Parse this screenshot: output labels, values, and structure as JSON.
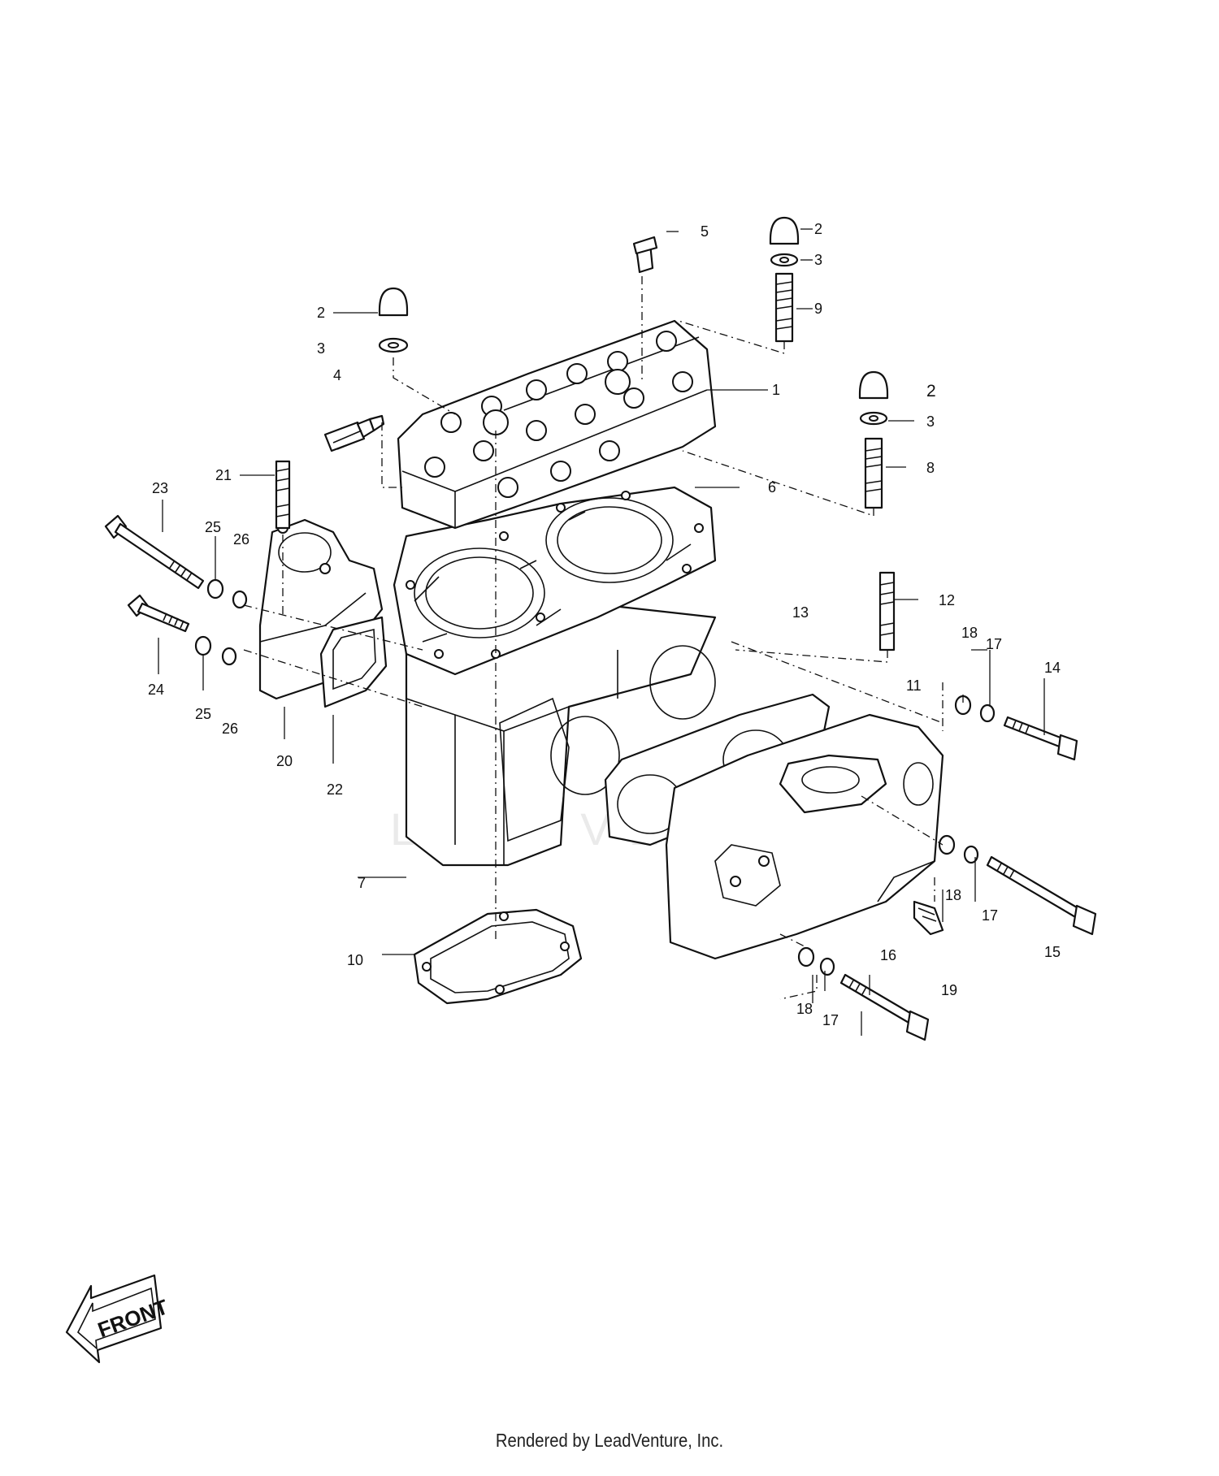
{
  "diagram": {
    "watermark": "LEADVENTURE",
    "front_label": "FRONT",
    "footer": "Rendered by LeadVenture, Inc.",
    "callouts": {
      "c1": "1",
      "c2a": "2",
      "c2b": "2",
      "c2c": "2",
      "c3a": "3",
      "c3b": "3",
      "c3c": "3",
      "c4": "4",
      "c5": "5",
      "c6": "6",
      "c7": "7",
      "c8": "8",
      "c9": "9",
      "c10": "10",
      "c11": "11",
      "c12": "12",
      "c13": "13",
      "c14": "14",
      "c15": "15",
      "c16": "16",
      "c17a": "17",
      "c17b": "17",
      "c17c": "17",
      "c18a": "18",
      "c18b": "18",
      "c18c": "18",
      "c19": "19",
      "c20": "20",
      "c21": "21",
      "c22": "22",
      "c23": "23",
      "c24": "24",
      "c25a": "25",
      "c25b": "25",
      "c26a": "26",
      "c26b": "26"
    }
  }
}
